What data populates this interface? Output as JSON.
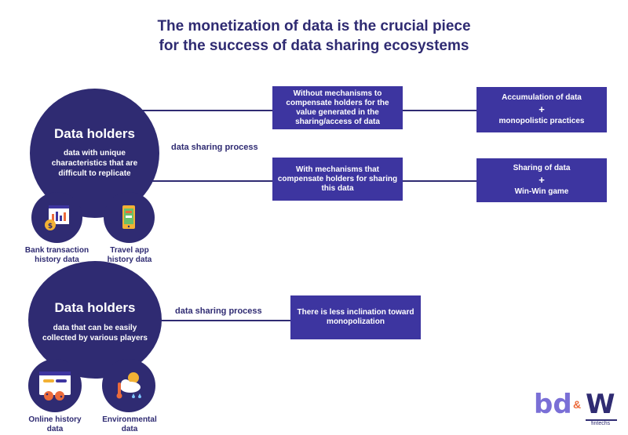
{
  "title": {
    "line1": "The monetization of data is the crucial piece",
    "line2": "for the success of data sharing ecosystems"
  },
  "top": {
    "holder_title": "Data holders",
    "holder_desc": "data with unique characteristics that are difficult to replicate",
    "process_label": "data sharing process",
    "sub1_caption": "Bank transaction history data",
    "sub2_caption": "Travel app history data",
    "without_box": "Without mechanisms to compensate holders for the value generated in the sharing/access of data",
    "with_box": "With mechanisms that compensate holders for sharing this data",
    "result1_line1": "Accumulation of data",
    "result1_plus": "+",
    "result1_line2": "monopolistic practices",
    "result2_line1": "Sharing of data",
    "result2_plus": "+",
    "result2_line2": "Win-Win game"
  },
  "bottom": {
    "holder_title": "Data holders",
    "holder_desc": "data that can be easily collected by various players",
    "process_label": "data sharing process",
    "sub1_caption": "Online history data",
    "sub2_caption": "Environmental data",
    "result_box": "There is less inclination toward monopolization"
  },
  "logo": {
    "left": "bd",
    "amp": "&",
    "right": "W",
    "sub": "fintechs"
  },
  "colors": {
    "navy": "#2f2b72",
    "box": "#3d35a0"
  }
}
